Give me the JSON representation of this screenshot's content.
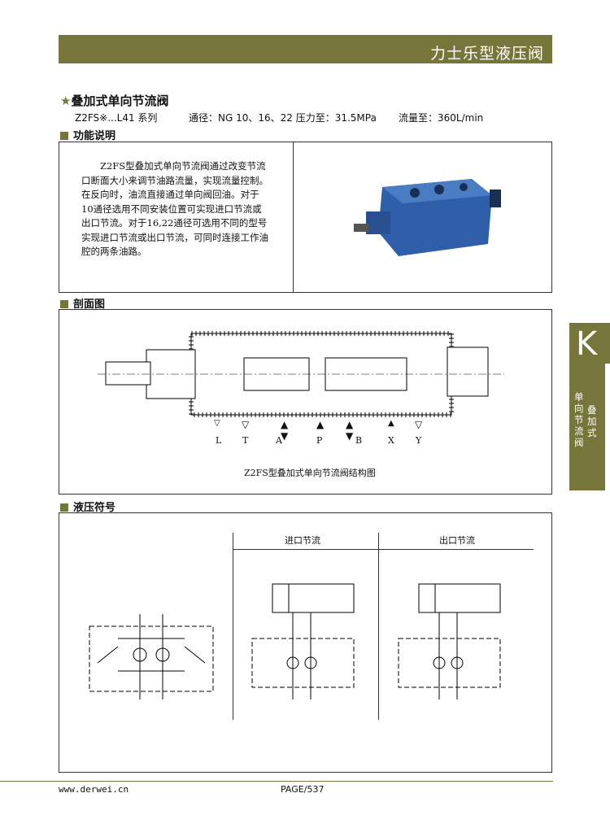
{
  "header": {
    "title": "力士乐型液压阀"
  },
  "product": {
    "star": "★",
    "title": "叠加式单向节流阀",
    "series": "Z2FS※...L41 系列",
    "bore": "通径：NG 10、16、22 压力至：31.5MPa",
    "flow": "流量至：360L/min"
  },
  "sections": {
    "function": "功能说明",
    "section_view": "剖面图",
    "symbol": "液压符号"
  },
  "description": "Z2FS型叠加式单向节流阀通过改变节流口断面大小来调节油路流量，实现流量控制。在反向时，油流直接通过单向阀回油。对于10通径选用不同安装位置可实现进口节流或出口节流。对于16,22通径可选用不同的型号实现进口节流或出口节流，可同时连接工作油腔的两条油路。",
  "section_drawing": {
    "ports": [
      "L",
      "T",
      "A",
      "P",
      "B",
      "X",
      "Y"
    ],
    "caption": "Z2FS型叠加式单向节流阀结构图"
  },
  "symbols": {
    "inlet": "进口节流",
    "outlet": "出口节流"
  },
  "side_tab": {
    "letter": "K",
    "col1": "单向节流阀",
    "col2": "叠加式"
  },
  "footer": {
    "url": "www.derwei.cn",
    "page": "PAGE/537"
  },
  "colors": {
    "brand": "#76753a",
    "valve": "#2f5fa8"
  }
}
